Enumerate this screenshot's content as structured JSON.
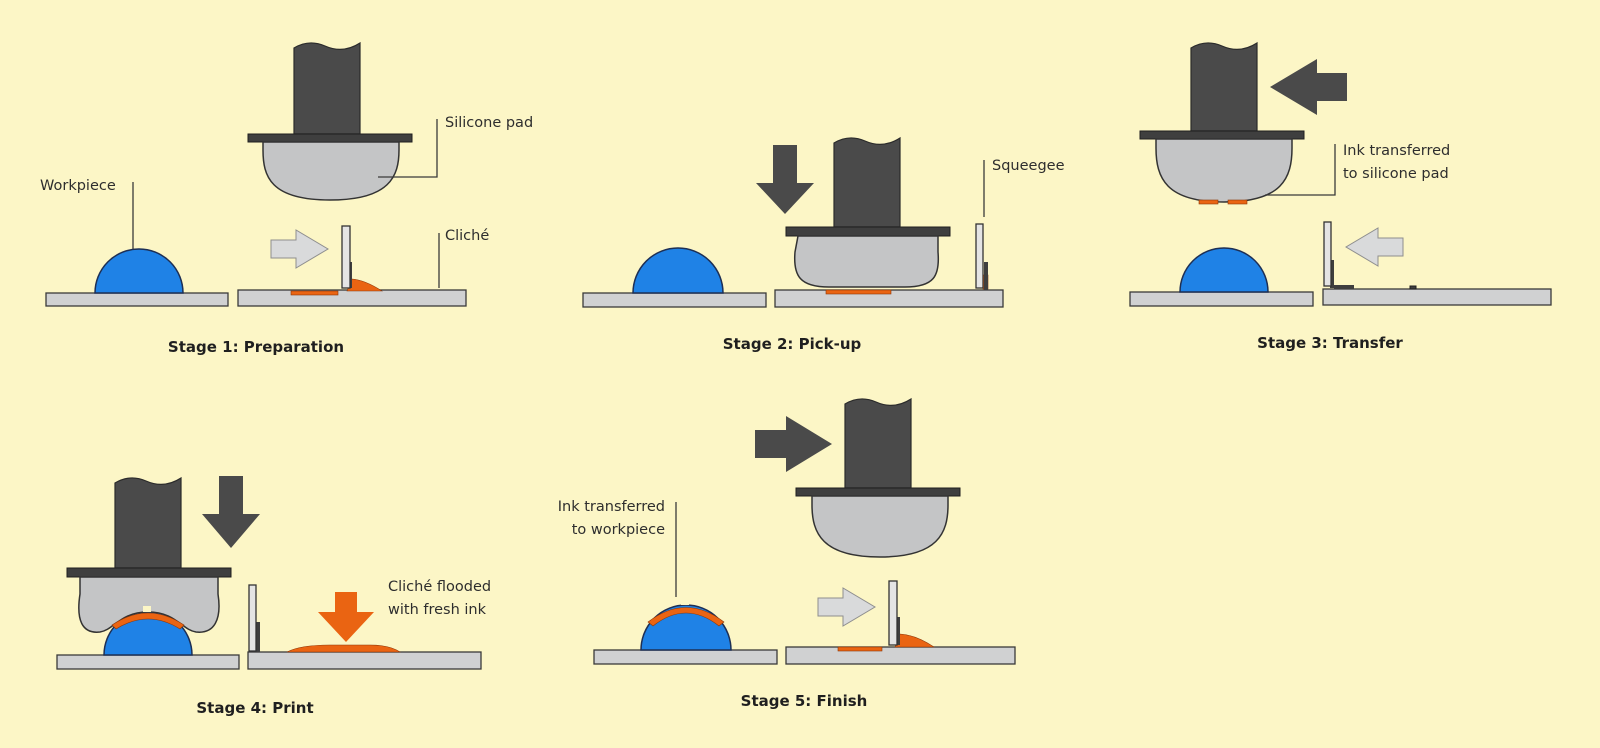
{
  "stages": [
    {
      "caption": "Stage 1: Preparation",
      "labels": [
        "Workpiece",
        "Silicone pad",
        "Cliché"
      ]
    },
    {
      "caption": "Stage 2: Pick-up",
      "labels": [
        "Squeegee"
      ]
    },
    {
      "caption": "Stage 3: Transfer",
      "labels": [
        "Ink transferred",
        "to silicone pad"
      ]
    },
    {
      "caption": "Stage 4: Print",
      "labels": [
        "Cliché flooded",
        "with fresh ink"
      ]
    },
    {
      "caption": "Stage 5: Finish",
      "labels": [
        "Ink transferred",
        "to workpiece"
      ]
    }
  ],
  "colors": {
    "background": "#fcf6c6",
    "workpiece": "#1f82e6",
    "ink": "#ea6412",
    "machine": "#4a4a4a",
    "pad": "#c4c5c6",
    "plate": "#d0d1d2"
  }
}
